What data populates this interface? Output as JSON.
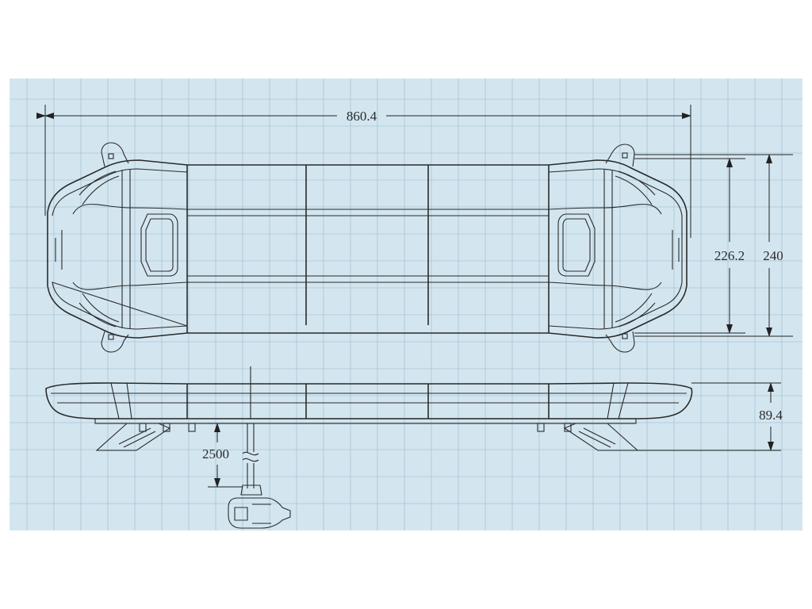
{
  "colors": {
    "background": "#ffffff",
    "drawing_area": "#d3e6f0",
    "grid": "#a8c4d4",
    "line": "#2a2a2a"
  },
  "dimensions": {
    "overall_length": "860.4",
    "depth_inner": "226.2",
    "depth_outer": "240",
    "height": "89.4",
    "cable_length": "2500"
  }
}
